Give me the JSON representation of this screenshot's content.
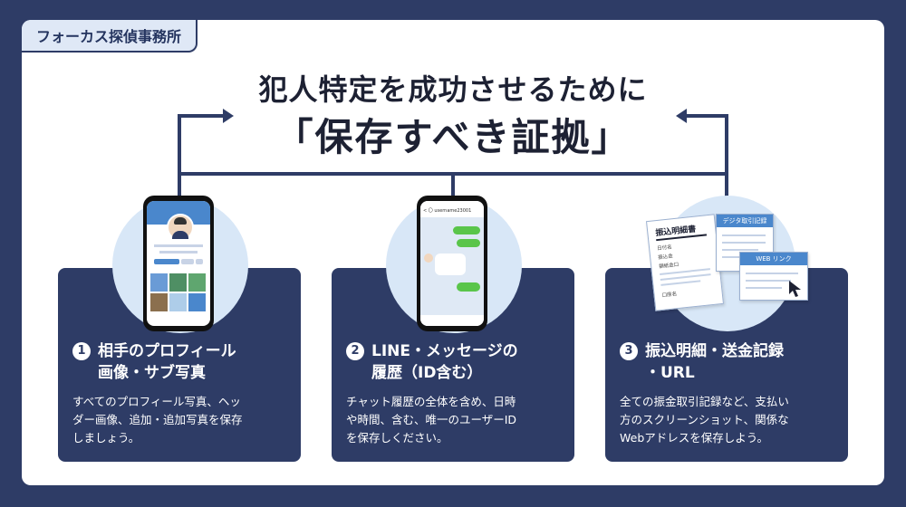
{
  "tag": "フォーカス探偵事務所",
  "title": {
    "line1": "犯人特定を成功させるために",
    "line2": "「保存すべき証拠」"
  },
  "panels": [
    {
      "num": "1",
      "title_line1": "相手のプロフィール",
      "title_line2": "画像・サブ写真",
      "desc_line1": "すべてのプロフィール写真、ヘッ",
      "desc_line2": "ダー画像、追加・追加写真を保存",
      "desc_line3": "しましょう。"
    },
    {
      "num": "2",
      "title_line1": "LINE・メッセージの",
      "title_line2": "履歴（ID含む）",
      "desc_line1": "チャット履歴の全体を含め、日時",
      "desc_line2": "や時間、含む、唯一のユーザーID",
      "desc_line3": "を保存しください。"
    },
    {
      "num": "3",
      "title_line1": "振込明細・送金記録",
      "title_line2": "・URL",
      "desc_line1": "全ての振金取引記録など、支払い",
      "desc_line2": "方のスクリーンショット、関係な",
      "desc_line3": "Webアドレスを保存しよう。"
    }
  ],
  "illustrations": {
    "chat_header": "< 〇 username23001",
    "doc1_title": "振込明細書",
    "doc1_field1": "日付名",
    "doc1_field2": "振込金",
    "doc1_field3": "額紙金口",
    "doc1_field4": "口座名",
    "doc2_title": "デジタ取引記録",
    "doc3_title": "WEB リンク"
  },
  "colors": {
    "navy": "#2e3c66",
    "circle": "#d8e7f7",
    "line_green": "#5ac54a",
    "accent_blue": "#4a87cc"
  }
}
